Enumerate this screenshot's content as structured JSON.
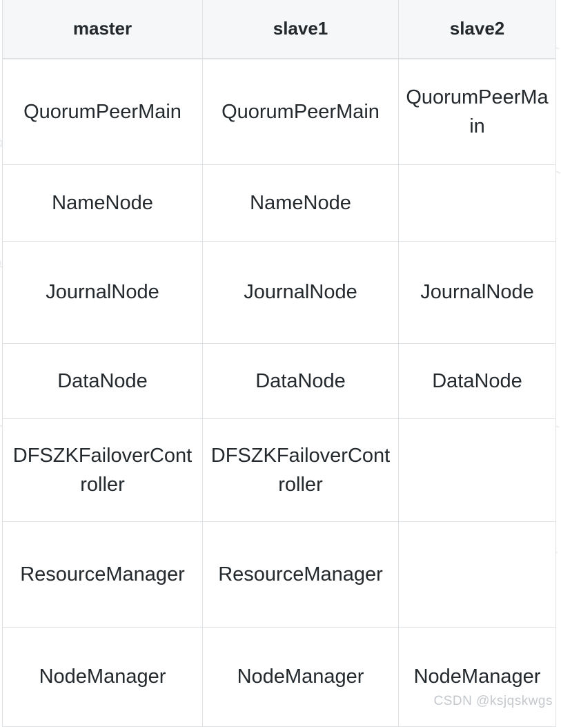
{
  "table": {
    "headers": [
      "master",
      "slave1",
      "slave2"
    ],
    "rows": [
      {
        "master": "QuorumPeerMain",
        "slave1": "QuorumPeerMain",
        "slave2": "QuorumPeerMain"
      },
      {
        "master": "NameNode",
        "slave1": "NameNode",
        "slave2": ""
      },
      {
        "master": "JournalNode",
        "slave1": "JournalNode",
        "slave2": "JournalNode"
      },
      {
        "master": "DataNode",
        "slave1": "DataNode",
        "slave2": "DataNode"
      },
      {
        "master": "DFSZKFailoverController",
        "slave1": "DFSZKFailoverController",
        "slave2": ""
      },
      {
        "master": "ResourceManager",
        "slave1": "ResourceManager",
        "slave2": ""
      },
      {
        "master": "NodeManager",
        "slave1": "NodeManager",
        "slave2": "NodeManager"
      }
    ]
  },
  "watermark": {
    "text": "CSDN @ksjqskwgs",
    "color": "#c4c8cc",
    "background_glyph": "R"
  },
  "colors": {
    "border": "#dfe2e5",
    "header_background": "#f6f7f8",
    "text": "#24292e",
    "cell_background": "#ffffff"
  }
}
